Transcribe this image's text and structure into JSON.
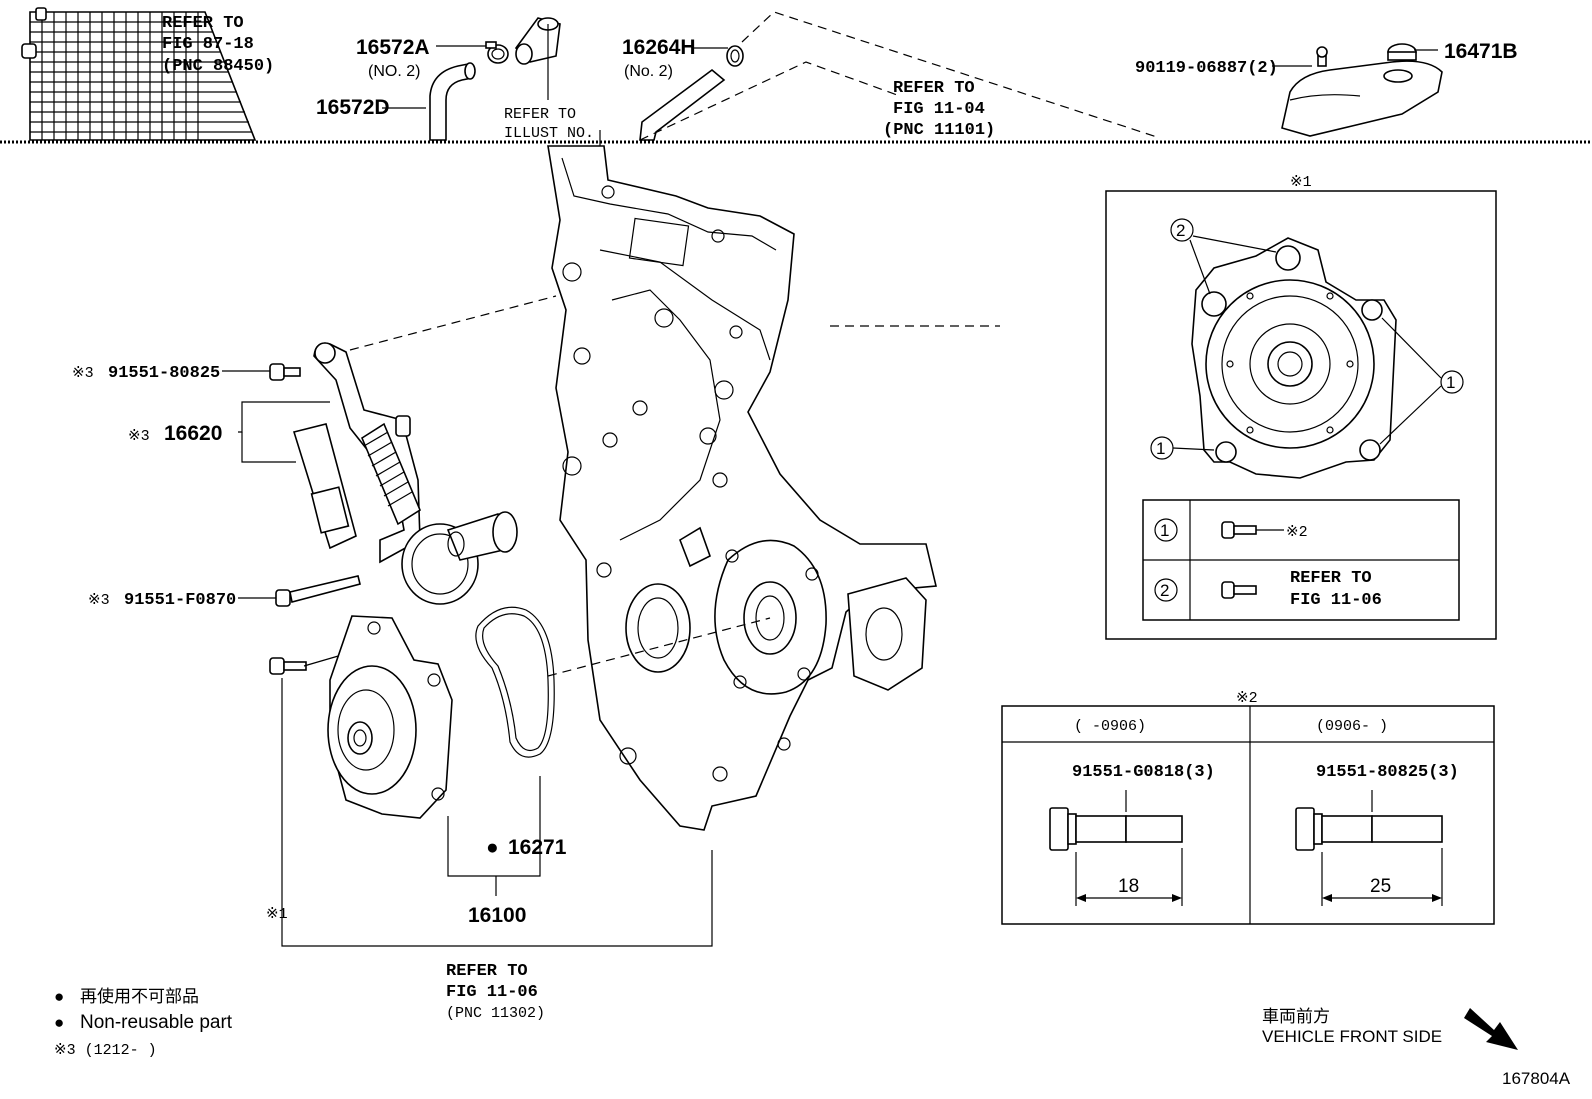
{
  "ref_radiator": {
    "line1": "REFER TO",
    "line2": "FIG 87-18",
    "line3": "(PNC 88450)"
  },
  "ref_illust": {
    "line1": "REFER TO",
    "line2": "ILLUST NO."
  },
  "ref_fig1104": {
    "line1": "REFER TO",
    "line2": "FIG 11-04",
    "line3": "(PNC 11101)"
  },
  "ref_fig1106": {
    "line1": "REFER TO",
    "line2": "FIG 11-06",
    "line3": "(PNC 11302)"
  },
  "parts": {
    "p16572A": "16572A",
    "p16572A_note": "(NO. 2)",
    "p16572D": "16572D",
    "p16264H": "16264H",
    "p16264H_note": "(No. 2)",
    "p90119": "90119-06887(2)",
    "p16471B": "16471B",
    "p91551_80825": "91551-80825",
    "p16620": "16620",
    "p91551_F0870": "91551-F0870",
    "p16271": "16271",
    "p16100": "16100"
  },
  "marks": {
    "note3": "※3",
    "note1": "※1",
    "note2": "※2",
    "circle1": "1",
    "circle2": "2",
    "bullet": "●"
  },
  "inset1_table": {
    "row1_ref": "※2",
    "row2_line1": "REFER TO",
    "row2_line2": "FIG 11-06"
  },
  "inset2_table": {
    "col1_header": "(      -0906)",
    "col2_header": "(0906-      )",
    "col1_part": "91551-G0818(3)",
    "col2_part": "91551-80825(3)",
    "col1_dim": "18",
    "col2_dim": "25"
  },
  "legend": {
    "jp": "再使用不可部品",
    "en": "Non-reusable part",
    "note3_range": "※3 (1212-      )"
  },
  "direction": {
    "jp": "車両前方",
    "en": "VEHICLE FRONT SIDE"
  },
  "diagram_id": "167804A"
}
